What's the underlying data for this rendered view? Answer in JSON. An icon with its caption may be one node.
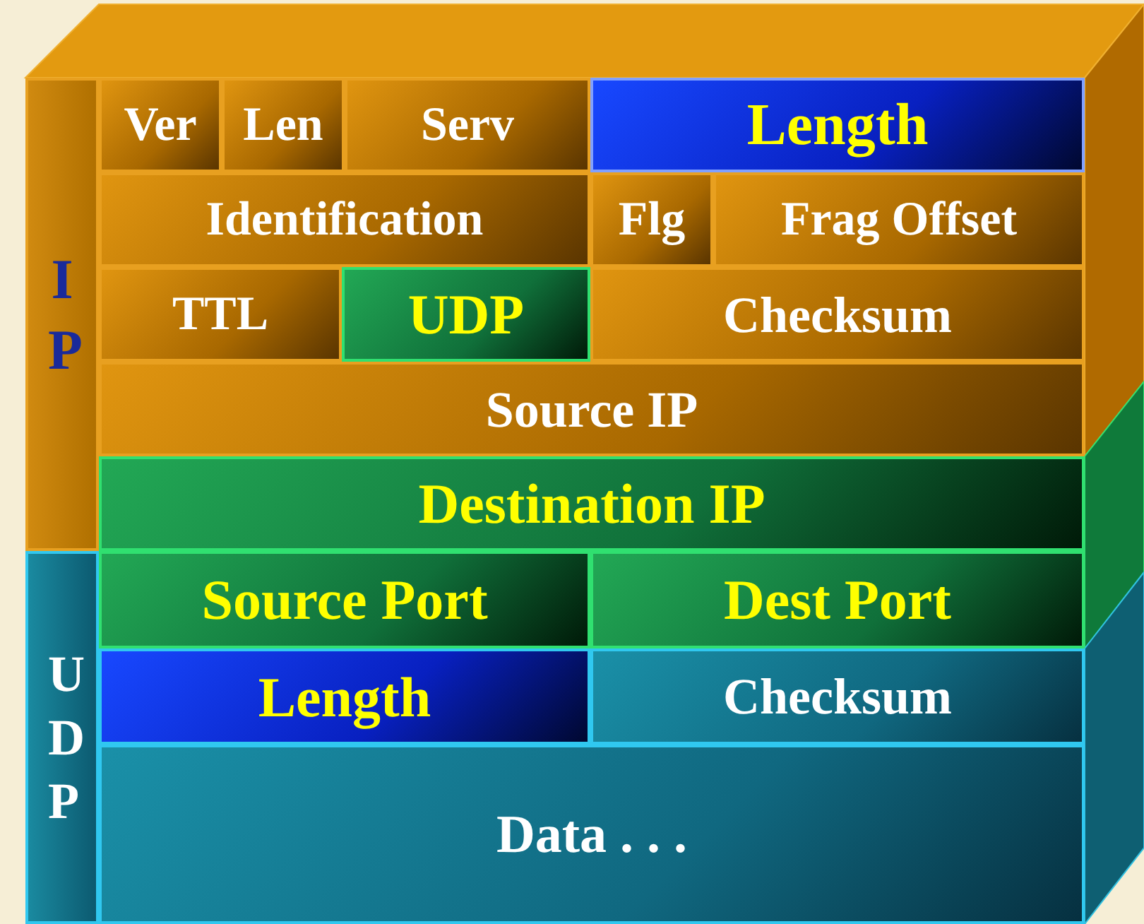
{
  "diagram": {
    "nodes": [
      {
        "text": [
          "I P"
        ]
      },
      {
        "text": [
          "Ver"
        ]
      },
      {
        "text": [
          "Len"
        ]
      },
      {
        "text": [
          "Serv"
        ]
      },
      {
        "text": [
          "Length"
        ]
      },
      {
        "text": [
          "Identification"
        ]
      },
      {
        "text": [
          "Flg"
        ]
      },
      {
        "text": [
          "Frag Offset"
        ]
      },
      {
        "text": [
          "TTL"
        ]
      },
      {
        "text": [
          "UDP"
        ]
      },
      {
        "text": [
          "Checksum"
        ]
      },
      {
        "text": [
          "Source IP"
        ]
      },
      {
        "text": [
          "Destination IP"
        ]
      },
      {
        "text": [
          "U D P"
        ]
      },
      {
        "text": [
          "Source Port"
        ]
      },
      {
        "text": [
          "Dest Port"
        ]
      },
      {
        "text": [
          "Length"
        ]
      },
      {
        "text": [
          "Checksum"
        ]
      },
      {
        "text": [
          "Data . . ."
        ]
      }
    ]
  }
}
